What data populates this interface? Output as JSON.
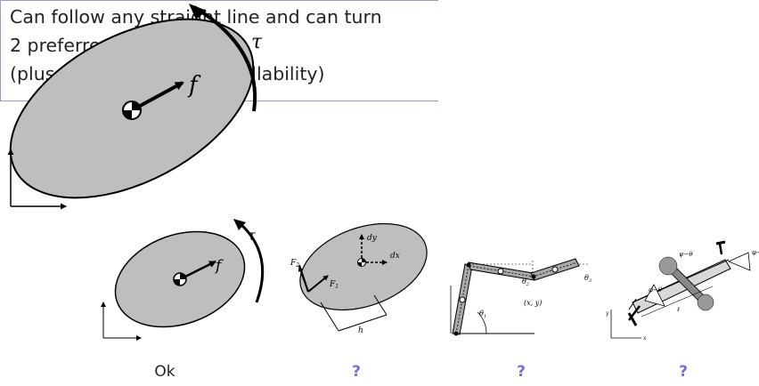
{
  "textbox": {
    "lines": [
      "Can follow any straight line and can turn",
      "2 preferred velocity fields",
      "(plus, configuration controllability)"
    ]
  },
  "main_figure": {
    "tau": "τ",
    "f": "f"
  },
  "fig1": {
    "tau": "τ",
    "f": "f"
  },
  "fig2": {
    "dy": "dy",
    "dx": "dx",
    "F2": "F",
    "F2_sub": "2",
    "F1": "F",
    "F1_sub": "1",
    "h": "h"
  },
  "fig3": {
    "theta1": "θ",
    "theta1_sub": "1",
    "theta2": "θ",
    "theta2_sub": "2",
    "theta3": "θ",
    "theta3_sub": "3",
    "xy": "(x, y)"
  },
  "fig4": {
    "psi_theta": "ψ−θ",
    "phi_theta": "φ−θ",
    "phi": "φ−",
    "ell": "ℓ",
    "y": "y",
    "x": "x"
  },
  "captions": [
    "Ok",
    "?",
    "?",
    "?"
  ],
  "colors": {
    "fill": "#bebebe",
    "question": "#7070e0",
    "box_border": "#9a9ac8"
  }
}
